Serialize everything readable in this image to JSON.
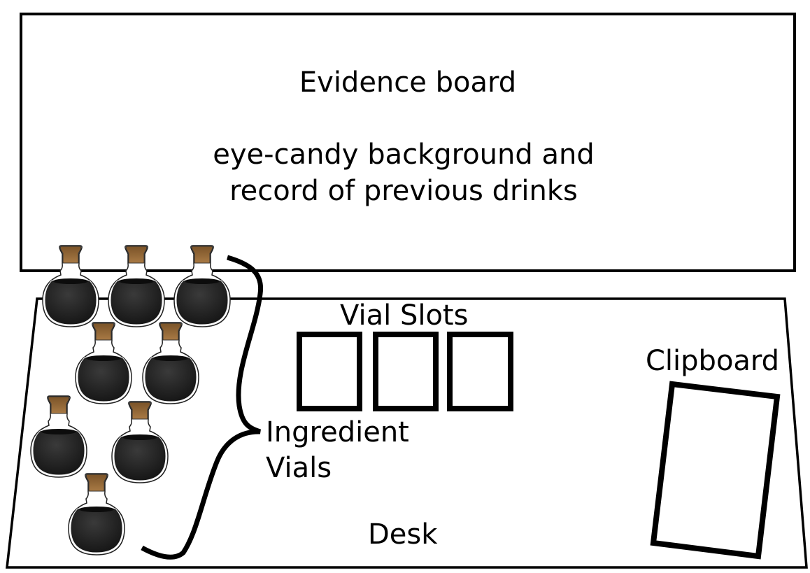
{
  "evidence_board": {
    "title": "Evidence board",
    "description_line1": "eye-candy background and",
    "description_line2": "record of previous drinks"
  },
  "desk": {
    "label": "Desk"
  },
  "vial_slots": {
    "label": "Vial Slots",
    "count": 3
  },
  "ingredient_vials": {
    "label_line1": "Ingredient",
    "label_line2": "Vials",
    "count": 8,
    "cork_color": "#9a6b38",
    "liquid_color": "#1c1c1c"
  },
  "clipboard": {
    "label": "Clipboard"
  }
}
